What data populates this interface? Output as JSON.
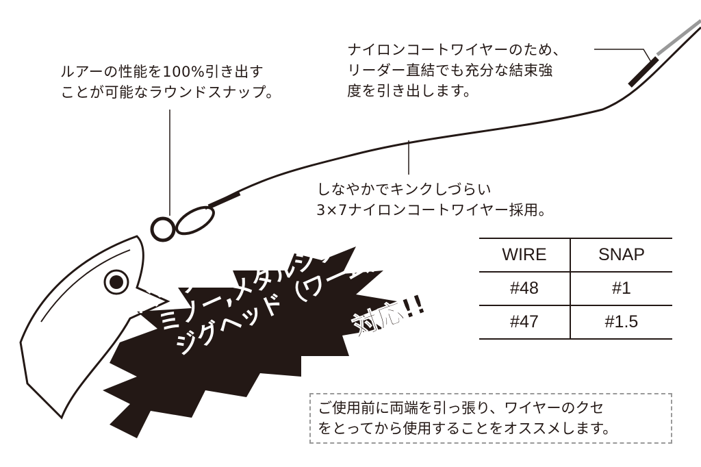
{
  "callouts": {
    "snap": [
      "ルアーの性能を100%引き出す",
      "ことが可能なラウンドスナップ。"
    ],
    "coating": [
      "ナイロンコートワイヤーのため、",
      "リーダー直結でも充分な結束強",
      "度を引き出します。"
    ],
    "wire": [
      "しなやかでキンクしづらい",
      "3×7ナイロンコートワイヤー採用。"
    ]
  },
  "burst": {
    "lines": [
      "バイブレーション,",
      "ミノー,メタルジグ",
      "ジグヘッド（ワーム）"
    ],
    "suffix": "対応!!"
  },
  "spec_table": {
    "headers": [
      "WIRE",
      "SNAP"
    ],
    "rows": [
      [
        "#48",
        "#1"
      ],
      [
        "#47",
        "#1.5"
      ]
    ]
  },
  "note": [
    "ご使用前に両端を引っ張り、ワイヤーのクセ",
    "をとってから使用することをオススメします。"
  ]
}
